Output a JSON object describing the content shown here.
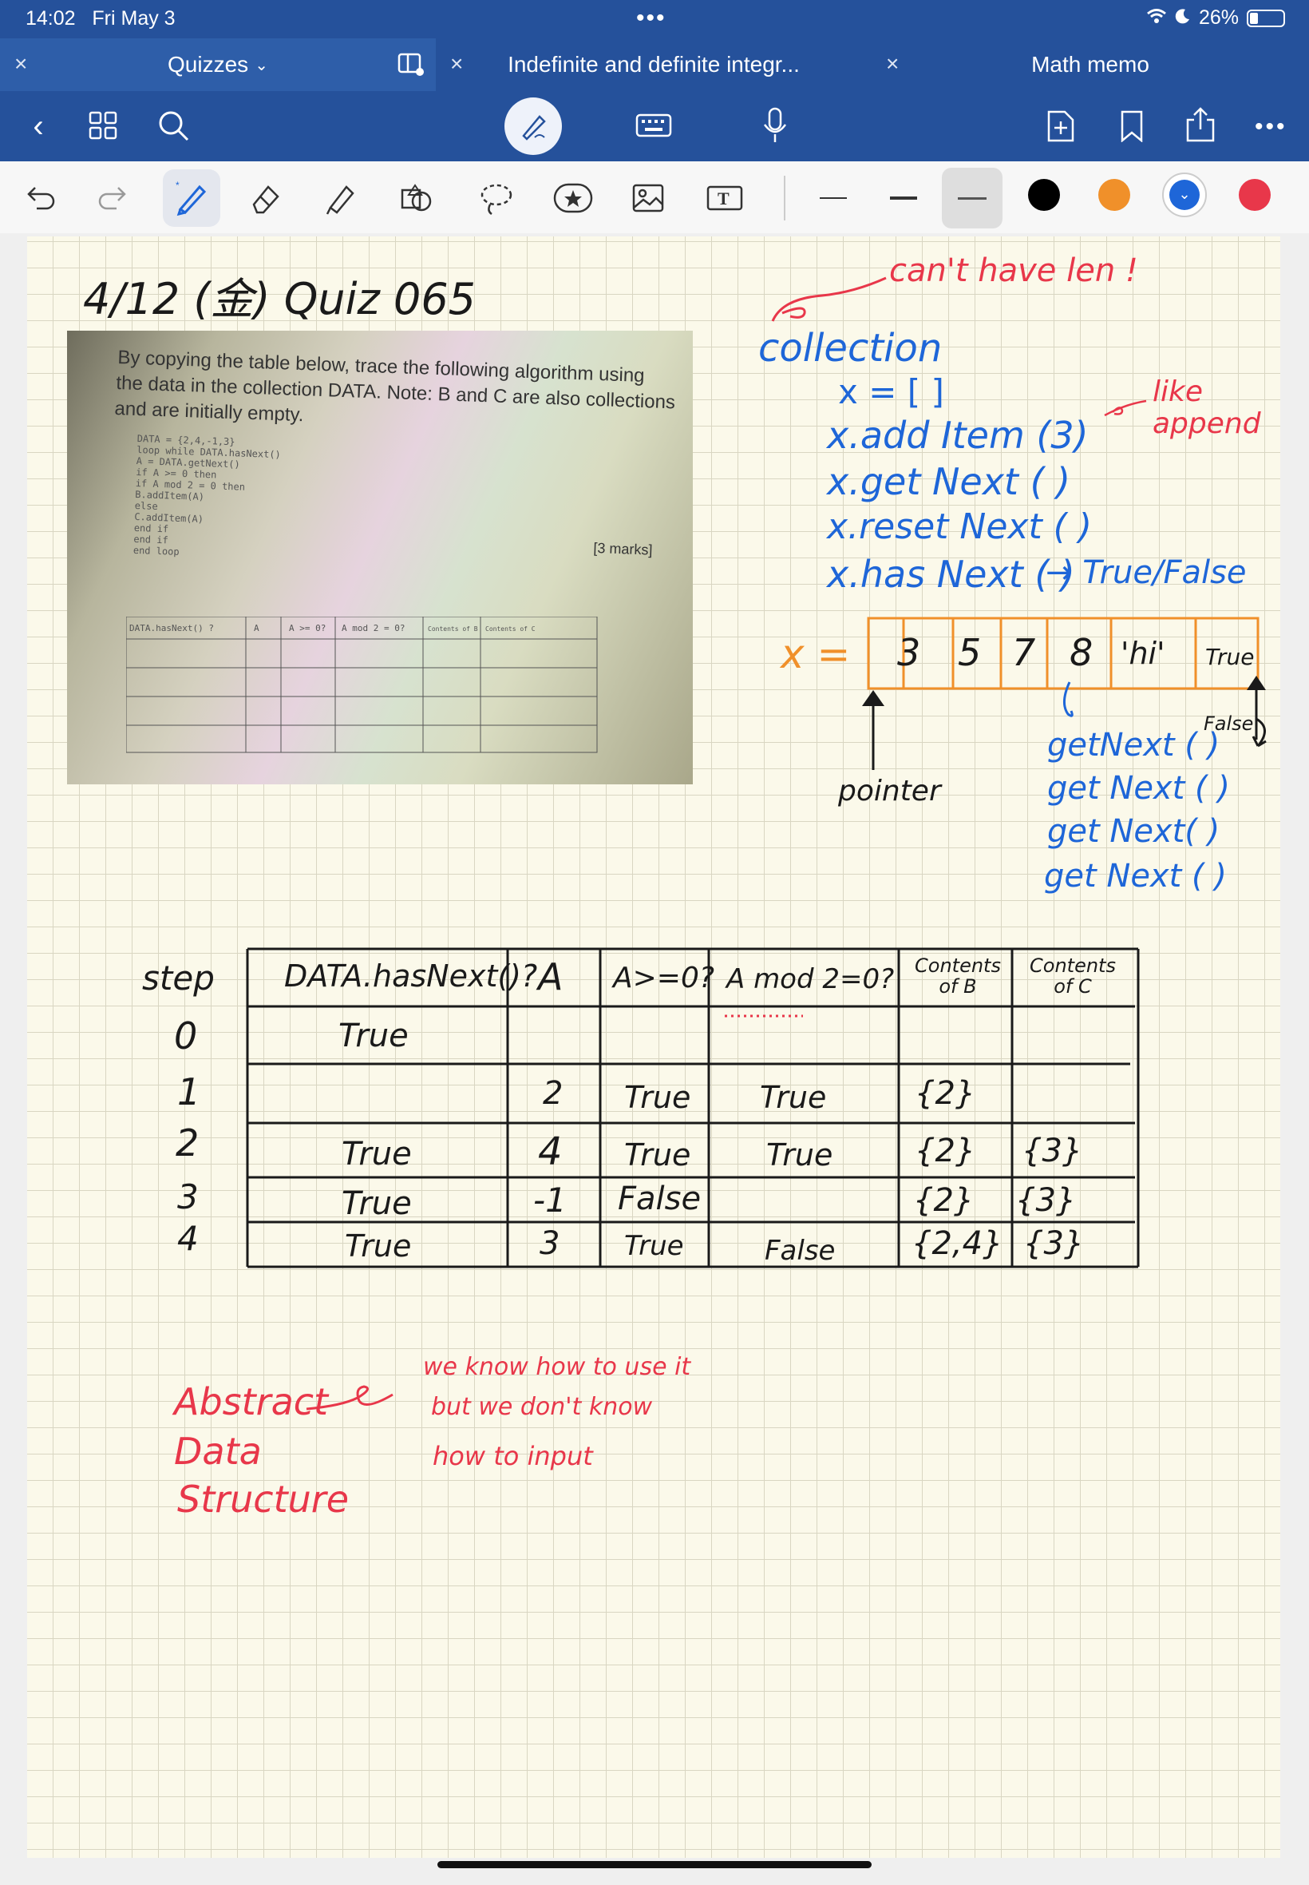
{
  "status": {
    "time": "14:02",
    "date": "Fri May 3",
    "battery": "26%"
  },
  "tabs": [
    {
      "label": "Quizzes"
    },
    {
      "label": "Indefinite and definite integr..."
    },
    {
      "label": "Math memo"
    }
  ],
  "note": {
    "header": "4/12 (金) Quiz 065",
    "photo": {
      "line1": "By copying the table below, trace the following algorithm using",
      "line2": "the data in the collection DATA. Note: B and C are also collections",
      "line3": "and are initially empty.",
      "code": [
        "DATA = {2,4,-1,3}",
        "loop while DATA.hasNext()",
        "  A = DATA.getNext()",
        "  if A >= 0 then",
        "    if A mod 2 = 0 then",
        "      B.addItem(A)",
        "    else",
        "      C.addItem(A)",
        "    end if",
        "  end if",
        "end loop"
      ],
      "marks": "[3 marks]",
      "table_headers": [
        "DATA.hasNext() ?",
        "A",
        "A >= 0?",
        "A mod 2 = 0?",
        "Contents of B",
        "Contents of C"
      ]
    },
    "cant_have_len": "can't have len !",
    "collection_title": "collection",
    "code_lines": [
      "x = [   ]",
      "x.add Item (3)",
      "x.get Next ( )",
      "x.reset Next ( )",
      "x.has Next ( )"
    ],
    "true_false": "→ True/False",
    "like_append": [
      "like",
      "append"
    ],
    "x_label": "x =",
    "x_cells": [
      "3",
      "5",
      "7",
      "8",
      "'hi'",
      "True"
    ],
    "pointer": "pointer",
    "getnext_list": [
      "getNext ( )",
      "get Next ( )",
      "get Next( )",
      "get Next ( )"
    ],
    "false_label": "False",
    "trace": {
      "step_label": "step",
      "steps": [
        "0",
        "1",
        "2",
        "3",
        "4"
      ],
      "headers": [
        "DATA.hasNext()?",
        "A",
        "A>=0?",
        "A mod 2=0?",
        "Contents of B",
        "Contents of C"
      ],
      "rows": [
        [
          "True",
          "",
          "",
          "",
          "",
          ""
        ],
        [
          "",
          "2",
          "True",
          "True",
          "{2}",
          ""
        ],
        [
          "True",
          "4",
          "True",
          "True",
          "{2}",
          "{3}"
        ],
        [
          "True",
          "-1",
          "False",
          "",
          "{2}",
          "{3}"
        ],
        [
          "True",
          "3",
          "True",
          "False",
          "{2,4}",
          "{3}"
        ]
      ]
    },
    "abstract": [
      "Abstract",
      "Data",
      "Structure"
    ],
    "remark": [
      "we know how to use it",
      "but we don't know",
      "how to input"
    ]
  },
  "colors": {
    "bar": "#25519b",
    "paper": "#fbf9ea",
    "red": "#e8374a",
    "blue": "#1e66d8",
    "orange": "#f0902a"
  }
}
